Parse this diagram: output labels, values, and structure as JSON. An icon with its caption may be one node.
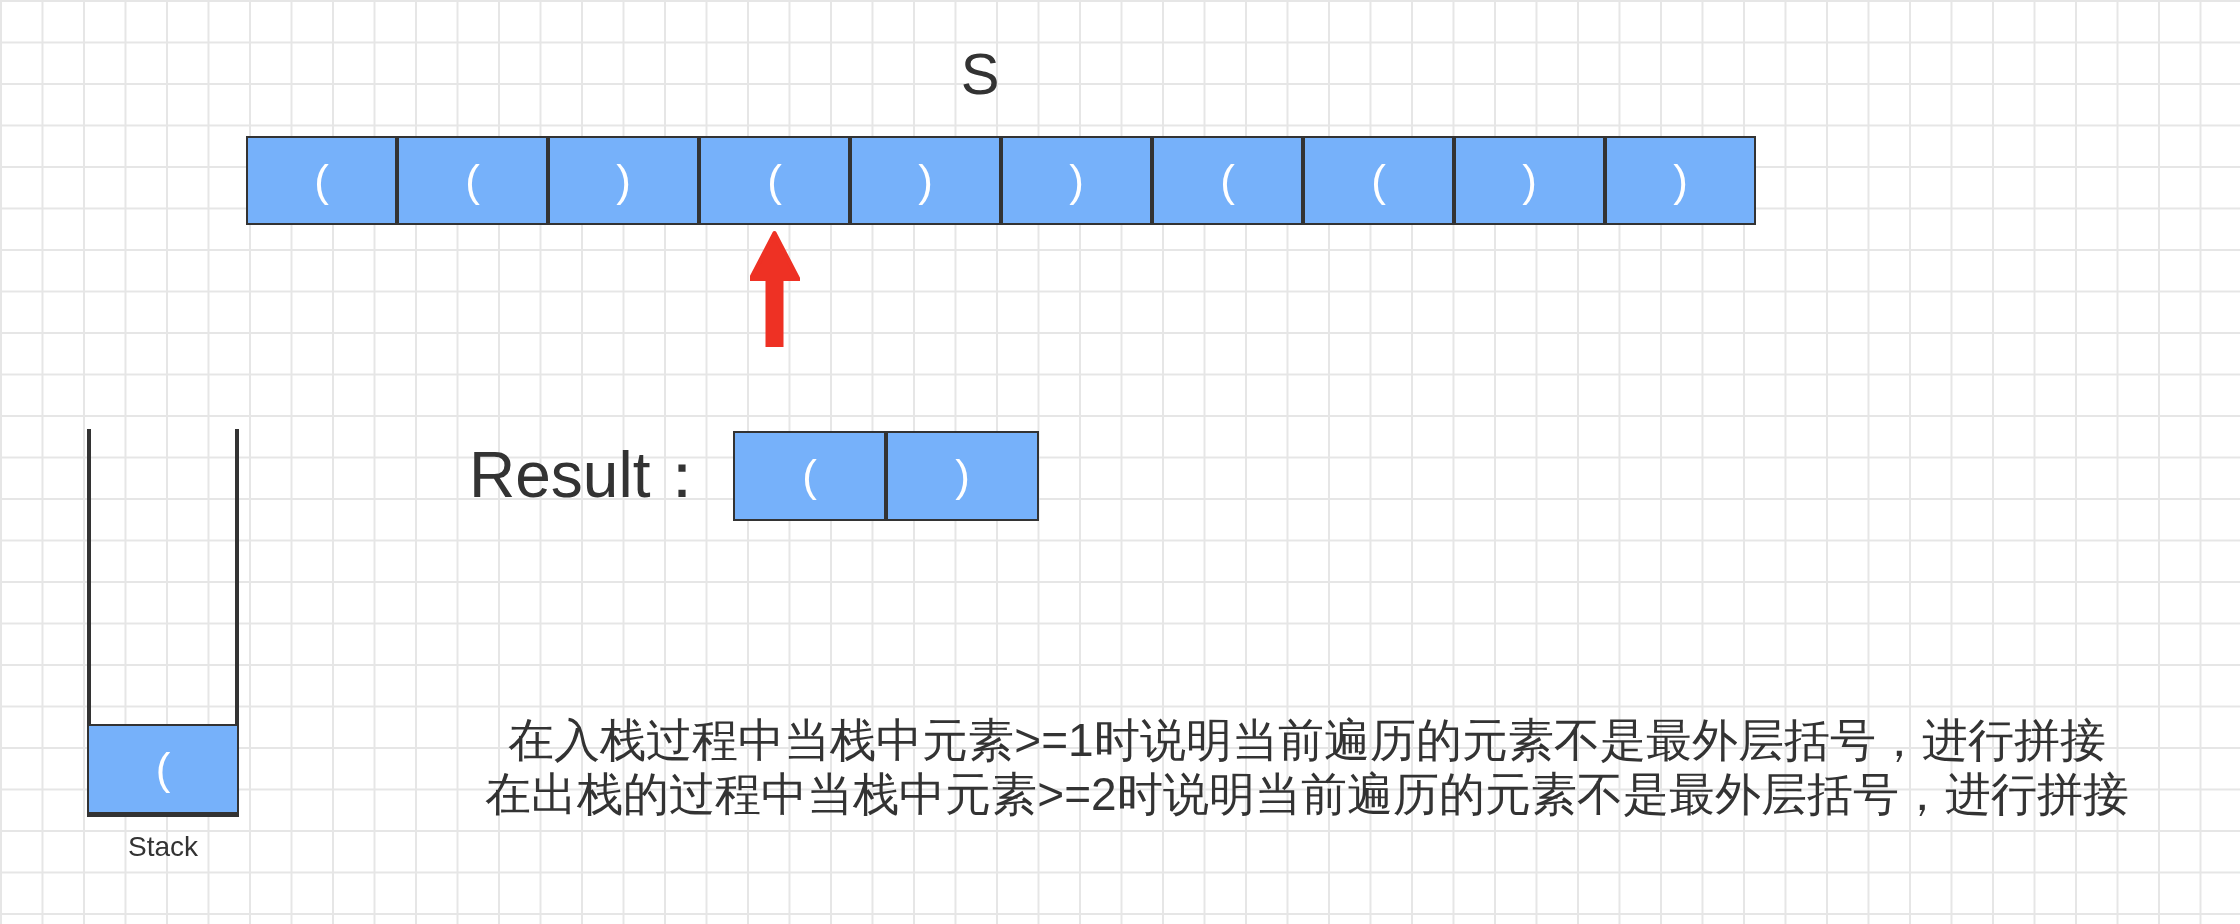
{
  "diagram": {
    "title": "S",
    "nodes": [
      {
        "text": [
          "("
        ]
      },
      {
        "text": [
          "("
        ]
      },
      {
        "text": [
          ")"
        ]
      },
      {
        "text": [
          "("
        ]
      },
      {
        "text": [
          ")"
        ]
      },
      {
        "text": [
          ")"
        ]
      },
      {
        "text": [
          "("
        ]
      },
      {
        "text": [
          "("
        ]
      },
      {
        "text": [
          ")"
        ]
      },
      {
        "text": [
          ")"
        ]
      },
      {
        "text": [
          "Stack"
        ]
      },
      {
        "text": [
          "("
        ],
        "in": 10
      },
      {
        "text": [
          "("
        ]
      },
      {
        "text": [
          ")"
        ]
      }
    ],
    "edges": [
      {
        "from": null,
        "to": 3,
        "arrow": "to",
        "color": "#ee3124"
      }
    ],
    "labels": [
      "Result：",
      "在入栈过程中当栈中元素>=1时说明当前遍历的元素不是最外层括号，进行拼接",
      "在出栈的过程中当栈中元素>=2时说明当前遍历的元素不是最外层括号，进行拼接"
    ]
  }
}
